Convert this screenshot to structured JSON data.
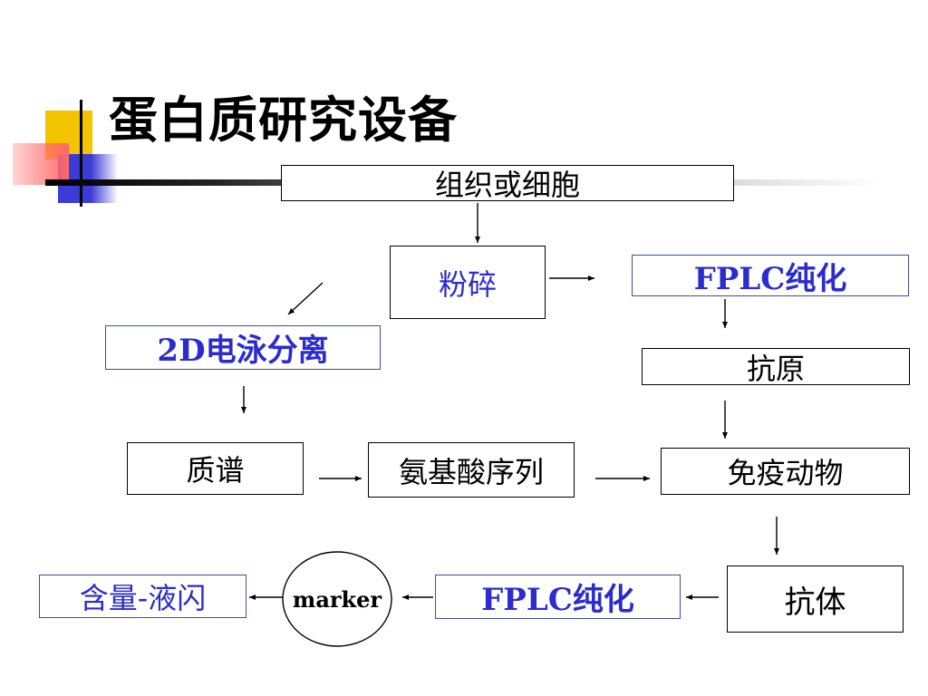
{
  "slide": {
    "title": "蛋白质研究设备"
  },
  "nodes": {
    "tissue": "组织或细胞",
    "grinding": "粉碎",
    "fplc_top": "FPLC纯化",
    "electrophoresis": "2D电泳分离",
    "antigen": "抗原",
    "mass_spec": "质谱",
    "amino_acid": "氨基酸序列",
    "immune_animal": "免疫动物",
    "antibody": "抗体",
    "fplc_bottom": "FPLC纯化",
    "marker": "marker",
    "content": "含量-液闪"
  },
  "colors": {
    "accent_yellow": "#f4c400",
    "accent_blue": "#3b3bd6",
    "accent_red": "#ff5a5a",
    "node_text_blue": "#2b2bd0",
    "node_border_blue": "#3f4aa8"
  }
}
